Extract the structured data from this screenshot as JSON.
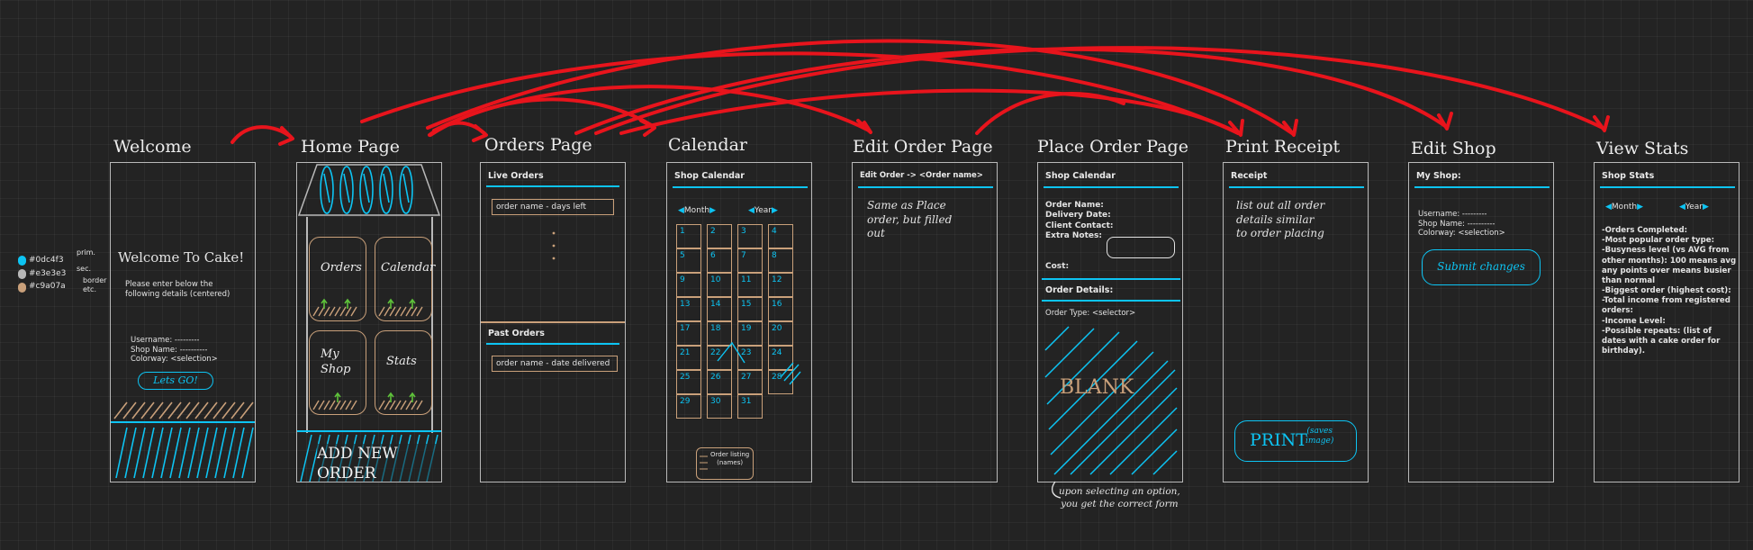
{
  "legend": {
    "entries": [
      {
        "hex": "#0dc4f3",
        "note": "prim.",
        "color": "#0dc4f3"
      },
      {
        "hex": "#e3e3e3",
        "note": "sec.",
        "color": "#b8b8b8"
      },
      {
        "hex": "#c9a07a",
        "note": "border\netc.",
        "color": "#c9a07a"
      }
    ]
  },
  "colors": {
    "primary": "#0dc4f3",
    "secondary": "#e3e3e3",
    "accent": "#c9a07a",
    "arrow": "#e8141c"
  },
  "screens": {
    "welcome": {
      "title": "Welcome",
      "heading": "Welcome To Cake!",
      "instructions": "Please enter below the\nfollowing details (centered)",
      "fields": "Username: ---------\nShop Name: ----------\nColorway: <selection>",
      "button": "Lets GO!"
    },
    "home": {
      "title": "Home Page",
      "tiles": [
        "Orders",
        "Calendar",
        "My\nShop",
        "Stats"
      ],
      "footer": "ADD NEW ORDER"
    },
    "orders": {
      "title": "Orders Page",
      "live_header": "Live Orders",
      "live_item": "order name - days left",
      "past_header": "Past Orders",
      "past_item": "order name - date delivered"
    },
    "calendar": {
      "title": "Calendar",
      "header": "Shop Calendar",
      "month": "Month",
      "year": "Year",
      "days": [
        "1",
        "2",
        "3",
        "4",
        "5",
        "6",
        "7",
        "8",
        "9",
        "10",
        "11",
        "12",
        "13",
        "14",
        "15",
        "16",
        "17",
        "18",
        "19",
        "20",
        "21",
        "22",
        "23",
        "24",
        "25",
        "26",
        "27",
        "28",
        "29",
        "30",
        "31"
      ],
      "popup": "Order listing\n(names)"
    },
    "edit_order": {
      "title": "Edit Order Page",
      "header": "Edit Order -> <Order name>",
      "note": "Same as Place\norder, but filled\nout"
    },
    "place_order": {
      "title": "Place Order Page",
      "header": "Shop Calendar",
      "fields": "Order Name:\nDelivery Date:\nClient Contact:\nExtra Notes:",
      "cost": "Cost:",
      "details_header": "Order Details:",
      "order_type": "Order Type: <selector>",
      "blank": "BLANK",
      "caption": "upon selecting an option,\nyou get the correct form"
    },
    "print_receipt": {
      "title": "Print Receipt",
      "header": "Receipt",
      "note": "list out all order\ndetails similar\nto order placing",
      "button": "PRINT",
      "button_note": "(saves\nimage)"
    },
    "edit_shop": {
      "title": "Edit Shop",
      "header": "My Shop:",
      "fields": "Username: ---------\nShop Name: ----------\nColorway: <selection>",
      "button": "Submit changes"
    },
    "view_stats": {
      "title": "View Stats",
      "header": "Shop Stats",
      "month": "Month",
      "year": "Year",
      "stats": "-Orders Completed:\n-Most popular order type:\n-Busyness level (vs AVG from\n  other months): 100 means avg\n  any points over means busier\n  than normal\n-Biggest order (highest cost):\n-Total income from registered\n  orders:\n-Income Level:\n-Possible repeats: (list of\n  dates with a cake order for\n  birthday)."
    }
  }
}
